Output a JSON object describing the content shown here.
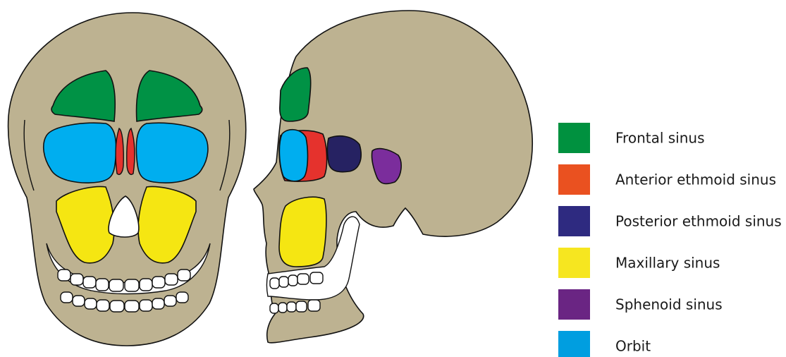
{
  "colors": {
    "bone": "#bdb291",
    "outline": "#111111",
    "frontal_sinus": "#009245",
    "anterior_ethmoid_sinus": "#e5322d",
    "posterior_ethmoid_sinus": "#262262",
    "maxillary_sinus": "#f5e612",
    "sphenoid_sinus": "#7b2d9c",
    "orbit": "#00aeef",
    "teeth": "#ffffff"
  },
  "legend": [
    {
      "key": "frontal",
      "label": "Frontal sinus",
      "color": "#00913f"
    },
    {
      "key": "anterior-ethmoid",
      "label": "Anterior ethmoid sinus",
      "color": "#ea5120"
    },
    {
      "key": "posterior-ethmoid",
      "label": "Posterior ethmoid sinus",
      "color": "#2e2a80"
    },
    {
      "key": "maxillary",
      "label": "Maxillary sinus",
      "color": "#f6e620"
    },
    {
      "key": "sphenoid",
      "label": "Sphenoid sinus",
      "color": "#6a2583"
    },
    {
      "key": "orbit",
      "label": "Orbit",
      "color": "#009ee0"
    }
  ]
}
